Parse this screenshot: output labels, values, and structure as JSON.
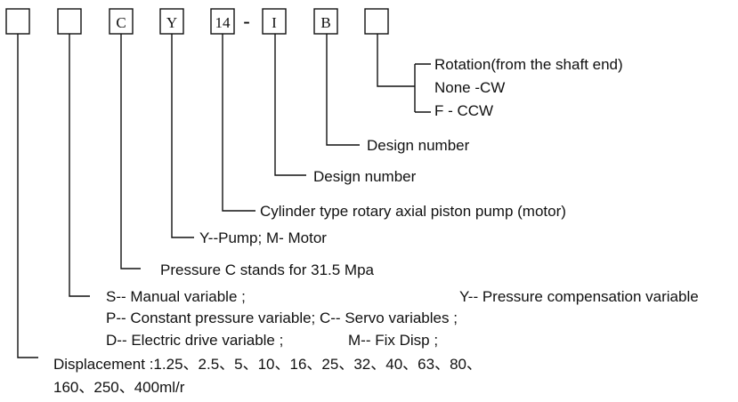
{
  "code_boxes": [
    {
      "label": ""
    },
    {
      "label": ""
    },
    {
      "label": "C"
    },
    {
      "label": "Y"
    },
    {
      "label": "14"
    },
    {
      "label": "I"
    },
    {
      "label": "B"
    },
    {
      "label": ""
    }
  ],
  "separator": "-",
  "descriptions": {
    "rotation": {
      "title": "Rotation(from the shaft end)",
      "option_1": "None -CW",
      "option_2": "F - CCW"
    },
    "design_number_b": "Design number",
    "design_number_i": "Design number",
    "cylinder": "Cylinder type rotary axial piston pump (motor)",
    "pump_motor": "Y--Pump;  M- Motor",
    "pressure": "Pressure  C stands for 31.5 Mpa",
    "variable": {
      "s": "S-- Manual variable  ;",
      "y": "Y-- Pressure compensation variable",
      "p_c": "P-- Constant pressure variable; C-- Servo variables ;",
      "d": "D-- Electric  drive  variable ;",
      "m": "M-- Fix Disp ;"
    },
    "displacement": {
      "line_1": "Displacement :1.25、2.5、5、10、16、25、32、40、63、80、",
      "line_2": "160、250、400ml/r"
    }
  }
}
